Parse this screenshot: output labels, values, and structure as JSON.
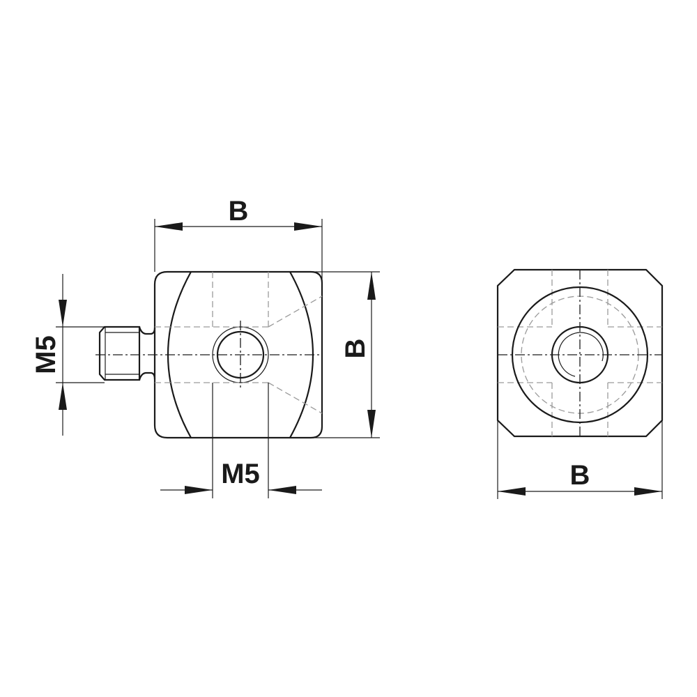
{
  "drawing": {
    "type": "technical-drawing",
    "views": [
      {
        "name": "side-view",
        "description": "Cube adapter with M5 threaded stud and M5 cross hole"
      },
      {
        "name": "front-view",
        "description": "Square face with chamfered corners and central M5 threaded hole"
      }
    ]
  },
  "dimensions": {
    "side_width_label": "B",
    "side_height_label": "B",
    "stud_thread_label": "M5",
    "cross_hole_label": "M5",
    "front_width_label": "B"
  },
  "colors": {
    "line": "#1a1a1a",
    "hidden_line": "#9a9a9a",
    "background": "#ffffff"
  }
}
